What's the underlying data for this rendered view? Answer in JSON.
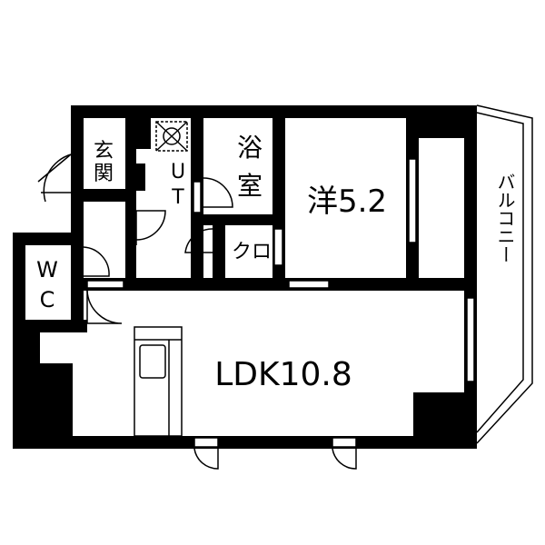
{
  "rooms": {
    "ldk": "LDK10.8",
    "western": "洋5.2",
    "bath_line1": "浴",
    "bath_line2": "室",
    "closet": "クロ",
    "entrance_line1": "玄",
    "entrance_line2": "関",
    "ut_line1": "U",
    "ut_line2": "T",
    "wc_line1": "W",
    "wc_line2": "C",
    "balcony": "バルコニー"
  },
  "colors": {
    "wall": "#000000",
    "floor": "#ffffff"
  }
}
